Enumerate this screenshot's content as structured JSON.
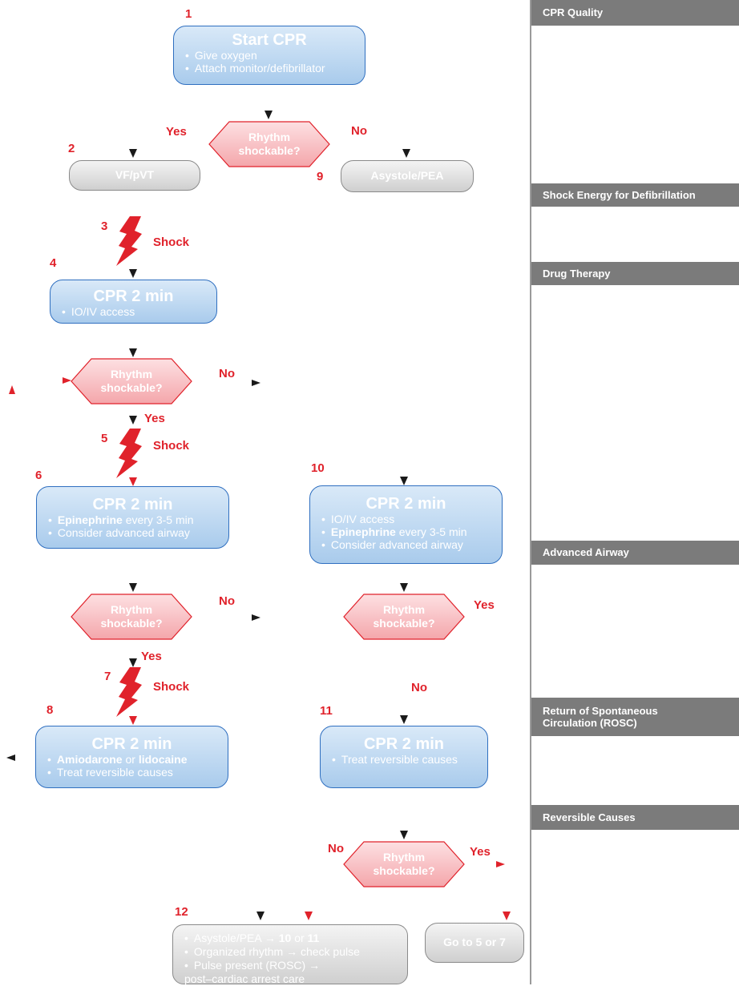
{
  "steps": {
    "n1": "1",
    "n2": "2",
    "n3": "3",
    "n4": "4",
    "n5": "5",
    "n6": "6",
    "n7": "7",
    "n8": "8",
    "n9": "9",
    "n10": "10",
    "n11": "11",
    "n12": "12"
  },
  "box1": {
    "title": "Start CPR",
    "items": [
      "Give oxygen",
      "Attach monitor/defibrillator"
    ]
  },
  "decision": {
    "line1": "Rhythm",
    "line2": "shockable?"
  },
  "answers": {
    "yes": "Yes",
    "no": "No"
  },
  "vf_pvt": "VF/pVT",
  "asystole_pea": "Asystole/PEA",
  "shock": "Shock",
  "box4": {
    "title": "CPR 2 min",
    "items": [
      "IO/IV access"
    ]
  },
  "box6": {
    "title": "CPR 2 min",
    "item1_bold": "Epinephrine",
    "item1_rest": " every 3-5 min",
    "item2": "Consider advanced airway"
  },
  "box10": {
    "title": "CPR 2 min",
    "item1": "IO/IV access",
    "item2_bold": "Epinephrine",
    "item2_rest": " every 3-5 min",
    "item3": "Consider advanced airway"
  },
  "box8": {
    "title": "CPR 2 min",
    "item1_bold_a": "Amiodarone",
    "item1_mid": " or ",
    "item1_bold_b": "lidocaine",
    "item2": "Treat reversible causes"
  },
  "box11": {
    "title": "CPR 2 min",
    "items": [
      "Treat reversible causes"
    ]
  },
  "box12": {
    "item1_a": "Asystole/PEA → ",
    "item1_b": "10",
    "item1_c": " or ",
    "item1_d": "11",
    "item2": "Organized rhythm → check pulse",
    "item3": "Pulse present (ROSC) →",
    "item3_cont": "post–cardiac arrest care"
  },
  "goto": "Go to 5 or 7",
  "sidebar": {
    "cpr_quality": "CPR Quality",
    "shock_energy": "Shock Energy for Defibrillation",
    "drug_therapy": "Drug Therapy",
    "advanced_airway": "Advanced Airway",
    "rosc_line1": "Return of Spontaneous",
    "rosc_line2": "Circulation (ROSC)",
    "reversible": "Reversible Causes"
  },
  "colors": {
    "accent_red": "#e0222b",
    "blue_border": "#2f6fc0",
    "sidebar_grey": "#7b7b7b"
  }
}
